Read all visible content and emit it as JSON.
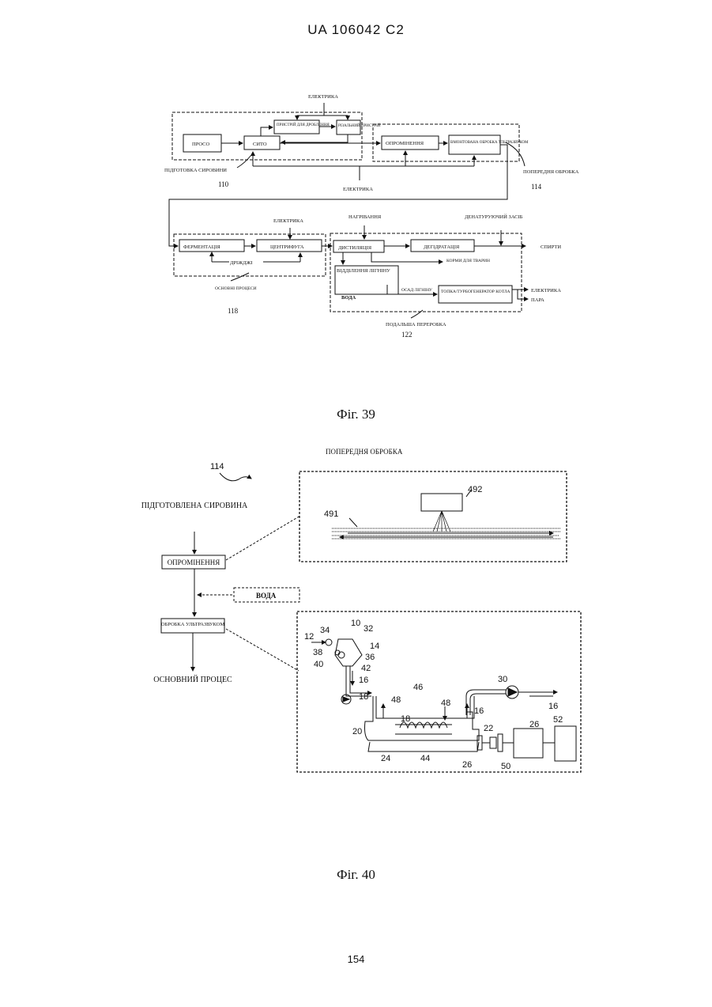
{
  "header": {
    "patent_id": "UA   106042   C2"
  },
  "fig39": {
    "caption": "Фіг. 39",
    "electrika_top": "ЕЛЕКТРИКА",
    "proso": "ПРОСО",
    "syto": "СИТО",
    "crusher": "ПРИСТРІЙ ДЛЯ ДРОБЛЕННЯ",
    "cutter": "РІЗАЛЬНИЙ ПРИСТРІЙ",
    "irradiation": "ОПРОМІНЕННЯ",
    "ultrasound": "ВМОНТОВАНА ОБРОБКА УЛЬТРАЗВУКОМ",
    "prep_label": "ПІДГОТОВКА СИРОВИНИ",
    "num_110": "110",
    "electrika_mid": "ЕЛЕКТРИКА",
    "pretreat_label": "ПОПЕРЕДНЯ ОБРОБКА",
    "num_114": "114",
    "electrika_low": "ЕЛЕКТРИКА",
    "heating": "НАГРІВАННЯ",
    "denaturant": "ДЕНАТУРУЮЧИЙ ЗАСІБ",
    "fermentation": "ФЕРМЕНТАЦІЯ",
    "centrifuge": "ЦЕНТРИФУГА",
    "yeast": "ДРІЖДЖІ",
    "distillation": "ДИСТИЛЯЦІЯ",
    "dehydration": "ДЕГІДРАТАЦІЯ",
    "alcohols": "СПИРТИ",
    "feed": "КОРМИ ДЛЯ ТВАРИН",
    "lignin_sep": "ВІДДІЛЕННЯ ЛІГНІНУ",
    "water": "ВОДА",
    "lignin_cake": "ОСАД ЛІГНІНУ",
    "boiler": "ТОПКА/ТУРБОГЕНЕРАТОР КОТЛА",
    "electricity_out": "ЕЛЕКТРИКА",
    "steam": "ПАРА",
    "main_label": "ОСНОВНІ ПРОЦЕСИ",
    "num_118": "118",
    "further_label": "ПОДАЛЬША ПЕРЕРОБКА",
    "num_122": "122"
  },
  "fig40": {
    "caption": "Фіг. 40",
    "title": "ПОПЕРЕДНЯ ОБРОБКА",
    "num_114": "114",
    "prepared": "ПІДГОТОВЛЕНА СИРОВИНА",
    "irradiation": "ОПРОМІНЕННЯ",
    "water": "ВОДА",
    "ultrasound": "ОБРОБКА УЛЬТРАЗВУКОМ",
    "main_process": "ОСНОВНИЙ ПРОЦЕС",
    "n492": "492",
    "n491": "491",
    "n10": "10",
    "n12": "12",
    "n34": "34",
    "n32": "32",
    "n14": "14",
    "n38": "38",
    "n36": "36",
    "n40": "40",
    "n42": "42",
    "n16a": "16",
    "n18a": "18",
    "n48a": "48",
    "n46": "46",
    "n48b": "48",
    "n18b": "18",
    "n30": "30",
    "n16b": "16",
    "n16c": "16",
    "n20": "20",
    "n22": "22",
    "n26a": "26",
    "n52": "52",
    "n24": "24",
    "n44": "44",
    "n26b": "26",
    "n50": "50"
  },
  "page_number": "154"
}
